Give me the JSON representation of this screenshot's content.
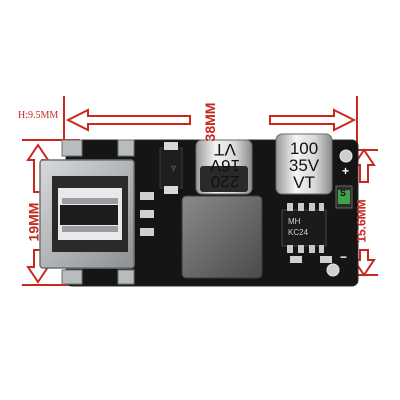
{
  "dimensions": {
    "width_label": "38MM",
    "margin_label": "H:9.5MM",
    "height_left_label": "19MM",
    "height_right_label": "15.6MM"
  },
  "capacitor_left": {
    "value": "220",
    "voltage": "16V",
    "series": "VT"
  },
  "capacitor_right": {
    "value": "100",
    "voltage": "35V",
    "series": "VT"
  },
  "ic_marking": {
    "line1": "MH",
    "line2": "KC24"
  },
  "led_label": "S",
  "terminal_plus": "+",
  "terminal_minus": "−",
  "colors": {
    "dimension": "#c8281e",
    "pcb": "#151515",
    "usb": "#b9bcbf"
  }
}
